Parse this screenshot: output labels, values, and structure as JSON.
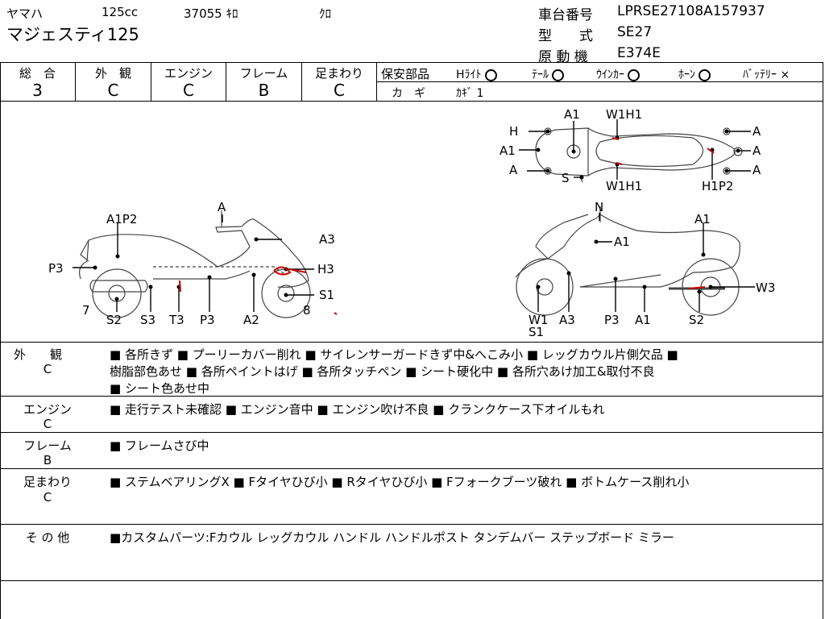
{
  "header": {
    "maker": "ヤマハ",
    "displacement": "125cc",
    "mileage": "37055 ｷﾛ",
    "color": "ｸﾛ",
    "model_name": "マジェスティ125",
    "frame_no_label": "車台番号",
    "frame_no": "LPRSE27108A157937",
    "type_label": "型　　式",
    "type": "SE27",
    "engine_label": "原 動 機",
    "engine_type": "E374E"
  },
  "grades": [
    {
      "label": "総　合",
      "value": "3"
    },
    {
      "label": "外　観",
      "value": "C"
    },
    {
      "label": "エンジン",
      "value": "C"
    },
    {
      "label": "フレーム",
      "value": "B"
    },
    {
      "label": "足まわり",
      "value": "C"
    }
  ],
  "safety": {
    "label": "保安部品",
    "items": [
      {
        "name": "Hﾗｲﾄ",
        "mark": "circle"
      },
      {
        "name": "ﾃｰﾙ",
        "mark": "circle"
      },
      {
        "name": "ｳｲﾝｶｰ",
        "mark": "circle"
      },
      {
        "name": "ﾎｰﾝ",
        "mark": "circle"
      },
      {
        "name": "ﾊﾞｯﾃﾘｰ",
        "mark": "×"
      }
    ],
    "key_label": "カ　ギ",
    "key_value": "ｶｷﾞ 1"
  },
  "diagram": {
    "left": [
      "A",
      "A1P2",
      "A3",
      "P3",
      "H3",
      "S1",
      "7",
      "8",
      "S2",
      "S3",
      "T3",
      "P3",
      "A2"
    ],
    "right": [
      "N",
      "A1",
      "A1",
      "W3",
      "W1",
      "S1",
      "A3",
      "P3",
      "A1",
      "S2"
    ],
    "top": [
      "A1",
      "W1H1",
      "H",
      "A",
      "A1",
      "A",
      "A",
      "A",
      "S",
      "W1H1",
      "H1P2"
    ]
  },
  "remarks": [
    {
      "label": "外　　観",
      "grade": "C",
      "lines": [
        "■ 各所きず ■ プーリーカバー削れ ■ サイレンサーガードきず中&へこみ小 ■ レッグカウル片側欠品 ■",
        "樹脂部色あせ ■ 各所ペイントはげ ■ 各所タッチペン ■ シート硬化中 ■ 各所穴あけ加工&取付不良",
        "■ シート色あせ中"
      ]
    },
    {
      "label": "エンジン",
      "grade": "C",
      "lines": [
        "■ 走行テスト未確認 ■ エンジン音中 ■ エンジン吹け不良 ■ クランクケース下オイルもれ"
      ]
    },
    {
      "label": "フレーム",
      "grade": "B",
      "lines": [
        "■ フレームさび中"
      ]
    },
    {
      "label": "足まわり",
      "grade": "C",
      "lines": [
        "■ ステムベアリングX ■ Fタイヤひび小 ■ Rタイヤひび小 ■ Fフォークブーツ破れ ■ ボトムケース削れ小"
      ]
    },
    {
      "label": "そ の 他",
      "grade": "",
      "lines": [
        "■カスタムパーツ:Fカウル レッグカウル ハンドル ハンドルポスト タンデムバー ステップボード ミラー"
      ]
    }
  ]
}
